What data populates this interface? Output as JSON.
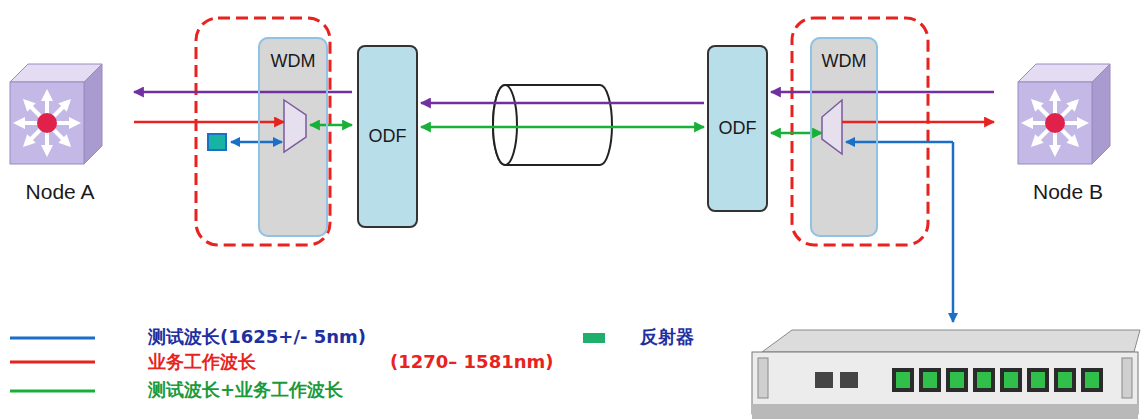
{
  "diagram": {
    "nodes": [
      {
        "text": [
          "Node A"
        ]
      },
      {
        "text": [
          "WDM"
        ]
      },
      {
        "text": [
          "ODF"
        ]
      },
      {
        "text": [
          "ODF"
        ]
      },
      {
        "text": [
          "WDM"
        ]
      },
      {
        "text": [
          "Node B"
        ]
      }
    ],
    "edges": [
      {
        "from": 0,
        "to": 1,
        "arrow": "to"
      },
      {
        "from": 2,
        "to": 0,
        "arrow": "to"
      },
      {
        "from": 1,
        "to": 2,
        "arrow": "both"
      },
      {
        "from": 3,
        "to": 2,
        "arrow": "to"
      },
      {
        "from": 2,
        "to": 3,
        "arrow": "both"
      },
      {
        "from": 3,
        "to": 4,
        "arrow": "both"
      },
      {
        "from": 5,
        "to": 3,
        "arrow": "to"
      },
      {
        "from": 4,
        "to": 5,
        "arrow": "to"
      }
    ],
    "labels": [
      "(1270– 1581nm)"
    ],
    "legend": [
      {
        "text": "测试波长(1625+/- 5nm)"
      },
      {
        "text": "业务工作波长"
      },
      {
        "text": "测试波长+业务工作波长"
      },
      {
        "text": "反射器",
        "color": "#1fae6b"
      }
    ]
  }
}
